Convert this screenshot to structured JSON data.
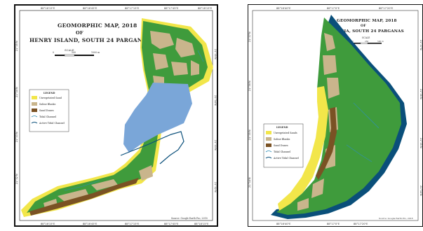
{
  "colors": {
    "unvegetated_sand": "#f2e64a",
    "saline_blanks": "#c9b58c",
    "sand_dunes": "#7a5224",
    "vegetation": "#3f9b3c",
    "water_body": "#7aa6d8",
    "tidal_channel": "#2f8fb8",
    "active_tidal_channel": "#0a4f7a",
    "frame": "#111111"
  },
  "left_map": {
    "title_line1": "GEOMORPHIC MAP, 2018",
    "title_line2": "OF",
    "title_line3": "HENRY ISLAND, SOUTH 24 PARGANAS",
    "scale_label": "SCALE",
    "scale_ticks": [
      "0",
      "500",
      "1000 m"
    ],
    "top_coords": [
      "88°16'15\"E",
      "88°16'45\"E",
      "88°17'15\"E",
      "88°17'45\"E",
      "88°18'15\"E"
    ],
    "bottom_coords": [
      "88°16'15\"E",
      "88°16'45\"E",
      "88°17'15\"E",
      "88°17'45\"E",
      "88°18'15\"E"
    ],
    "left_coords": [
      "21°35'N",
      "21°34'N",
      "21°33'N",
      "21°32'N"
    ],
    "right_coords": [
      "21°35'N",
      "21°34'N",
      "21°33'N",
      "21°32'N"
    ],
    "legend_title": "LEGEND",
    "legend": [
      "Unvegetated Sand",
      "Saline Blanks",
      "Sand Dunes",
      "Tidal Channel",
      "Active Tidal Channel"
    ],
    "source": "Source: Google Earth Pro, 2018"
  },
  "right_map": {
    "title_line1": "GEOMORPHIC MAP, 2018",
    "title_line2": "OF",
    "title_line3": "PATHUNIA, SOUTH 24 PARGANAS",
    "scale_label": "SCALE",
    "scale_ticks": [
      "0",
      "250",
      "500 m"
    ],
    "top_coords": [
      "88°16'40\"E",
      "88°17'0\"E",
      "88°17'20\"E"
    ],
    "bottom_coords": [
      "88°16'40\"E",
      "88°17'0\"E",
      "88°17'20\"E"
    ],
    "left_coords": [
      "21°37'N",
      "21°36'N",
      "21°35'N",
      "21°34'N"
    ],
    "right_coords": [
      "21°37'N",
      "21°36'N",
      "21°35'N",
      "21°34'N"
    ],
    "legend_title": "LEGEND",
    "legend": [
      "Unvegetated Sands",
      "Saline Blanks",
      "Sand Dunes",
      "Tidal Channel",
      "Active Tidal Channel"
    ],
    "source": "Source: Google Earth Pro, 2018"
  }
}
